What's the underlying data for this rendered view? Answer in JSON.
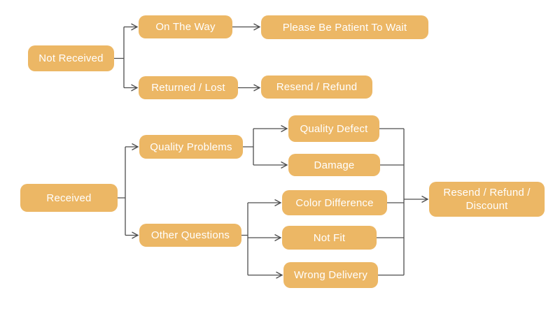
{
  "diagram": {
    "type": "flowchart",
    "colors": {
      "node_fill": "#ECB765",
      "node_text": "#FFFFFF",
      "connector": "#4D4D4D",
      "background": "#FFFFFF"
    },
    "nodes": {
      "not_received": {
        "label": "Not Received"
      },
      "on_the_way": {
        "label": "On The Way"
      },
      "please_be_patient": {
        "label": "Please Be Patient To Wait"
      },
      "returned_lost": {
        "label": "Returned / Lost"
      },
      "resend_refund": {
        "label": "Resend / Refund"
      },
      "received": {
        "label": "Received"
      },
      "quality_problems": {
        "label": "Quality Problems"
      },
      "quality_defect": {
        "label": "Quality Defect"
      },
      "damage": {
        "label": "Damage"
      },
      "other_questions": {
        "label": "Other Questions"
      },
      "color_difference": {
        "label": "Color Difference"
      },
      "not_fit": {
        "label": "Not Fit"
      },
      "wrong_delivery": {
        "label": "Wrong Delivery"
      },
      "resend_refund_discount": {
        "label": "Resend / Refund / Discount"
      }
    },
    "edges": [
      {
        "from": "not_received",
        "to": "on_the_way"
      },
      {
        "from": "not_received",
        "to": "returned_lost"
      },
      {
        "from": "on_the_way",
        "to": "please_be_patient"
      },
      {
        "from": "returned_lost",
        "to": "resend_refund"
      },
      {
        "from": "received",
        "to": "quality_problems"
      },
      {
        "from": "received",
        "to": "other_questions"
      },
      {
        "from": "quality_problems",
        "to": "quality_defect"
      },
      {
        "from": "quality_problems",
        "to": "damage"
      },
      {
        "from": "other_questions",
        "to": "color_difference"
      },
      {
        "from": "other_questions",
        "to": "not_fit"
      },
      {
        "from": "other_questions",
        "to": "wrong_delivery"
      },
      {
        "from": "quality_defect",
        "to": "resend_refund_discount"
      },
      {
        "from": "damage",
        "to": "resend_refund_discount"
      },
      {
        "from": "color_difference",
        "to": "resend_refund_discount"
      },
      {
        "from": "not_fit",
        "to": "resend_refund_discount"
      },
      {
        "from": "wrong_delivery",
        "to": "resend_refund_discount"
      }
    ]
  }
}
